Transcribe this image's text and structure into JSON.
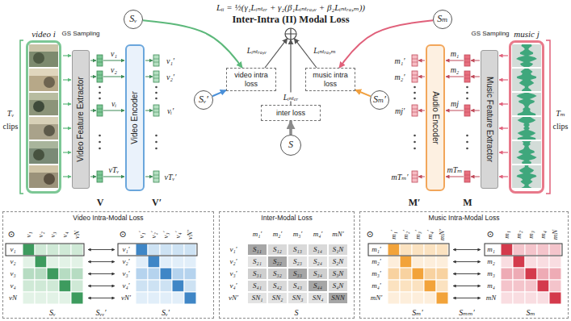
{
  "diagram": {
    "title": "Inter-Intra (II) Modal Loss",
    "nodes": [
      {
        "text": [
          "video i"
        ]
      },
      {
        "text": [
          "Video Feature Extractor"
        ]
      },
      {
        "text": [
          "Video Encoder"
        ]
      },
      {
        "text": [
          "Sᵥ"
        ]
      },
      {
        "text": [
          "Sᵥ′"
        ]
      },
      {
        "text": [
          "video intra loss"
        ]
      },
      {
        "text": [
          "music intra loss"
        ]
      },
      {
        "text": [
          "inter loss"
        ]
      },
      {
        "text": [
          "S"
        ]
      },
      {
        "text": [
          "Sₘ′"
        ]
      },
      {
        "text": [
          "Sₘ"
        ]
      },
      {
        "text": [
          "Audio Encoder"
        ]
      },
      {
        "text": [
          "Music Feature Extractor"
        ]
      },
      {
        "text": [
          "music j"
        ]
      },
      {
        "text": [
          "Video Intra-Modal Loss"
        ]
      },
      {
        "text": [
          "Inter-Modal Loss"
        ]
      },
      {
        "text": [
          "Music Intra-Modal Loss"
        ]
      },
      {
        "text": [
          "S₁₁"
        ],
        "in": 15
      },
      {
        "text": [
          "S₁₂"
        ],
        "in": 15
      },
      {
        "text": [
          "S₁₃"
        ],
        "in": 15
      },
      {
        "text": [
          "S₁₄"
        ],
        "in": 15
      },
      {
        "text": [
          "S₁N"
        ],
        "in": 15
      },
      {
        "text": [
          "S₂₁"
        ],
        "in": 15
      },
      {
        "text": [
          "S₂₂"
        ],
        "in": 15
      },
      {
        "text": [
          "S₂₃"
        ],
        "in": 15
      },
      {
        "text": [
          "S₂₄"
        ],
        "in": 15
      },
      {
        "text": [
          "S₂N"
        ],
        "in": 15
      },
      {
        "text": [
          "S₃₁"
        ],
        "in": 15
      },
      {
        "text": [
          "S₃₂"
        ],
        "in": 15
      },
      {
        "text": [
          "S₃₃"
        ],
        "in": 15
      },
      {
        "text": [
          "S₃₄"
        ],
        "in": 15
      },
      {
        "text": [
          "S₃N"
        ],
        "in": 15
      },
      {
        "text": [
          "S₄₁"
        ],
        "in": 15
      },
      {
        "text": [
          "S₄₂"
        ],
        "in": 15
      },
      {
        "text": [
          "S₄₃"
        ],
        "in": 15
      },
      {
        "text": [
          "S₄₄"
        ],
        "in": 15
      },
      {
        "text": [
          "S₄N"
        ],
        "in": 15
      },
      {
        "text": [
          "SN₁"
        ],
        "in": 15
      },
      {
        "text": [
          "SN₂"
        ],
        "in": 15
      },
      {
        "text": [
          "SN₃"
        ],
        "in": 15
      },
      {
        "text": [
          "SN₄"
        ],
        "in": 15
      },
      {
        "text": [
          "SNN"
        ],
        "in": 15
      }
    ],
    "edges": [
      {
        "from": 3,
        "to": 5,
        "arrow": "to"
      },
      {
        "from": 4,
        "to": 5,
        "arrow": "to"
      },
      {
        "from": 8,
        "to": 7,
        "arrow": "to"
      },
      {
        "from": 9,
        "to": 6,
        "arrow": "to"
      },
      {
        "from": 10,
        "to": 6,
        "arrow": "to"
      }
    ],
    "labels": [
      "Lᵢᵢ = ½(γ₁Lᵢₙₜₑᵣ + γ₂(β₁Lᵢₙₜᵣₐ,ᵥ + β₂Lᵢₙₜᵣₐ,ₘ))",
      "GS Sampling",
      "Tᵥ",
      "clips",
      "v₁",
      "v₂",
      "vᵢ",
      "vTᵥ",
      "v₁′",
      "v₂′",
      "vᵢ′",
      "vTᵥ′",
      "V",
      "V′",
      "Lᵢₙₜᵣₐ,ᵥ",
      "Lᵢₙₜᵣₐ,ₘ",
      "Lᵢₙₜₑᵣ",
      "GS Sampling",
      "Tₘ",
      "clips",
      "m₁′",
      "m₂′",
      "mj′",
      "mTₘ′",
      "m₁",
      "m₂",
      "mj",
      "mTₘ",
      "M′",
      "M",
      "⊙",
      "v₁",
      "v₂",
      "v₃",
      "v₄",
      "vN",
      "v₁",
      "v₂",
      "v₃",
      "v₄",
      "vN",
      "⊙",
      "v₁′",
      "v₂′",
      "v₃′",
      "v₄′",
      "vN′",
      "v₁′",
      "v₂′",
      "v₃′",
      "v₄′",
      "vN′",
      "Sᵥ",
      "Sᵥ′",
      "Sᵥᵥ′",
      "m₁′",
      "m₂′",
      "m₃′",
      "m₄′",
      "mN′",
      "v₁′",
      "v₂′",
      "v₃′",
      "v₄′",
      "vN′",
      "S",
      "⊙",
      "m₁′",
      "m₂′",
      "m₃′",
      "m₄′",
      "mN′",
      "m₁′",
      "m₂′",
      "m₃′",
      "m₄′",
      "mN′",
      "⊙",
      "m₁",
      "m₂",
      "m₃",
      "m₄",
      "mN",
      "m₁",
      "m₂",
      "m₃",
      "m₄",
      "mN",
      "Sₘ′",
      "Sₘₘ′",
      "Sₘ"
    ]
  }
}
